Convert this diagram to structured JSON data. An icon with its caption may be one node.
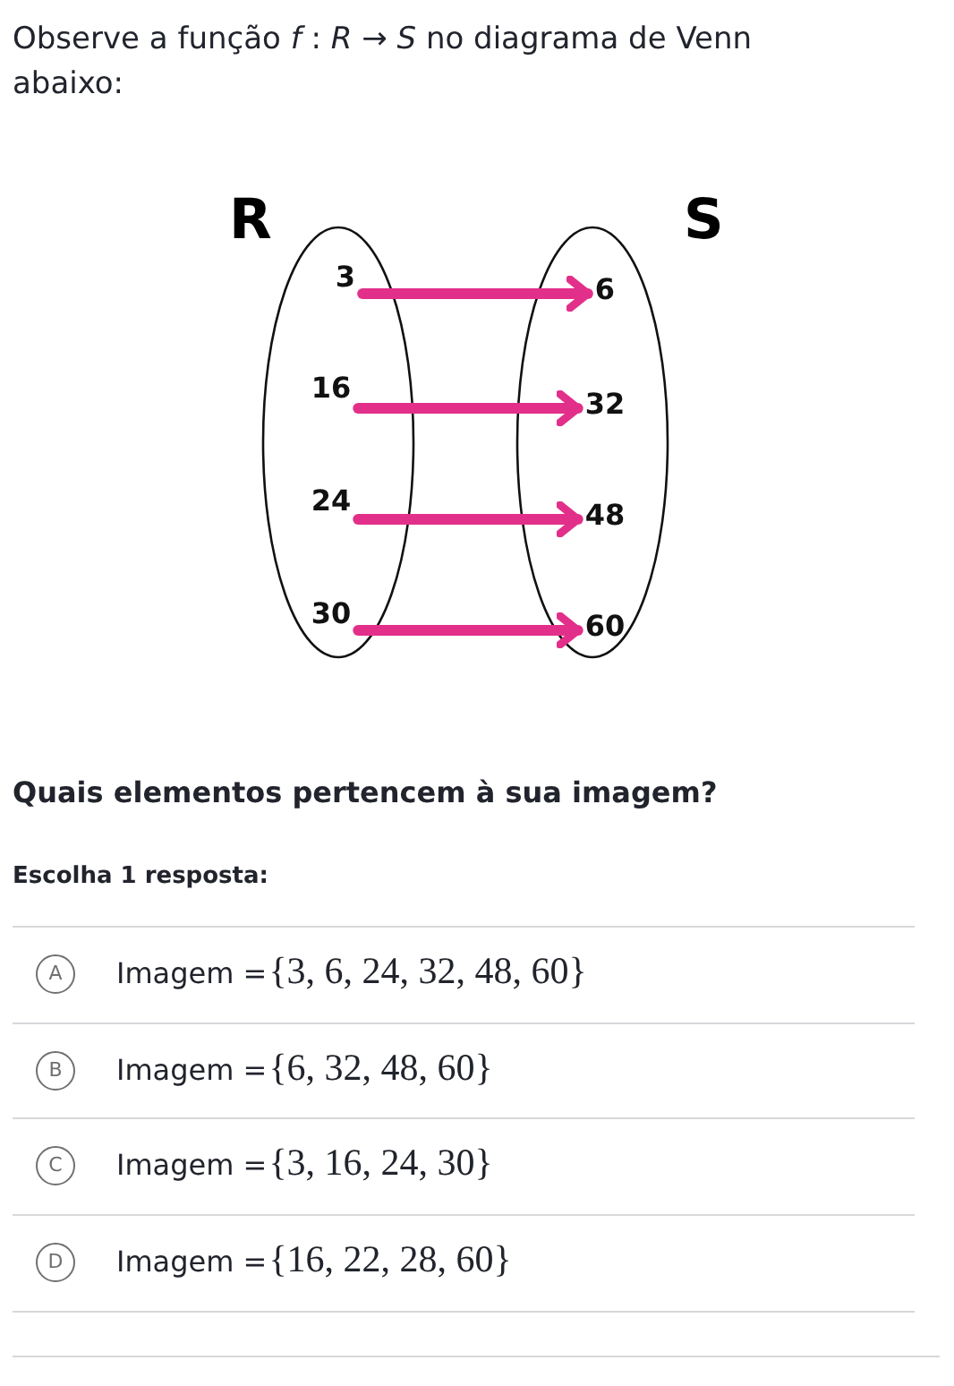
{
  "diagram": {
    "nodes": [
      {
        "text": [
          "R"
        ]
      },
      {
        "text": [
          "3"
        ],
        "in": 0
      },
      {
        "text": [
          "16"
        ],
        "in": 0
      },
      {
        "text": [
          "24"
        ],
        "in": 0
      },
      {
        "text": [
          "30"
        ],
        "in": 0
      },
      {
        "text": [
          "S"
        ]
      },
      {
        "text": [
          "6"
        ],
        "in": 5
      },
      {
        "text": [
          "32"
        ],
        "in": 5
      },
      {
        "text": [
          "48"
        ],
        "in": 5
      },
      {
        "text": [
          "60"
        ],
        "in": 5
      }
    ],
    "edges": [
      {
        "from": 1,
        "to": 6,
        "arrow": "to"
      },
      {
        "from": 2,
        "to": 7,
        "arrow": "to"
      },
      {
        "from": 3,
        "to": 8,
        "arrow": "to"
      },
      {
        "from": 4,
        "to": 9,
        "arrow": "to"
      }
    ],
    "labels": [
      "Observe a função *f* : *R* → *S* no diagrama de Venn abaixo:",
      "Quais elementos pertencem à sua imagem?",
      "Escolha 1 resposta:",
      "A",
      "Imagem =",
      "{3, 6, 24, 32, 48, 60}",
      "B",
      "Imagem =",
      "{6, 32, 48, 60}",
      "C",
      "Imagem =",
      "{3, 16, 24, 30}",
      "D",
      "Imagem =",
      "{16, 22, 28, 60}"
    ]
  }
}
